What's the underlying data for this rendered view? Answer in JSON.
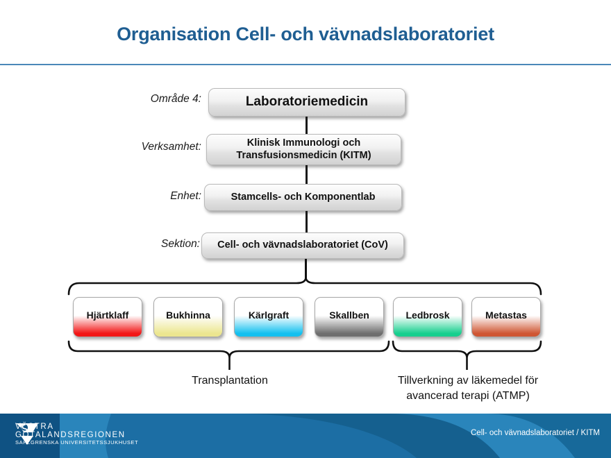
{
  "header": {
    "title": "Organisation Cell- och vävnadslaboratoriet",
    "rule_color": "#4a87b8",
    "title_color": "#1f5e92"
  },
  "hierarchy": {
    "rows": [
      {
        "label": "Område 4:",
        "box": "Laboratoriemedicin"
      },
      {
        "label": "Verksamhet:",
        "box": "Klinisk Immunologi och\nTransfusionsmedicin (KITM)"
      },
      {
        "label": "Enhet:",
        "box": "Stamcells- och Komponentlab"
      },
      {
        "label": "Sektion:",
        "box": "Cell- och vävnadslaboratoriet (CoV)"
      }
    ]
  },
  "products": [
    {
      "label": "Hjärtklaff",
      "color": "#f21616",
      "group": "transplantation"
    },
    {
      "label": "Bukhinna",
      "color": "#ece68f",
      "group": "transplantation"
    },
    {
      "label": "Kärlgraft",
      "color": "#14c0ef",
      "group": "transplantation"
    },
    {
      "label": "Skallben",
      "color": "#6e6e6e",
      "group": "transplantation"
    },
    {
      "label": "Ledbrosk",
      "color": "#17cf8e",
      "group": "atmp"
    },
    {
      "label": "Metastas",
      "color": "#cf5633",
      "group": "atmp"
    }
  ],
  "captions": {
    "transplantation": "Transplantation",
    "atmp_line1": "Tillverkning av läkemedel för",
    "atmp_line2": "avancerad terapi (ATMP)"
  },
  "footer": {
    "logo_line1": "VÄSTRA",
    "logo_line2": "GÖTALANDSREGIONEN",
    "logo_line3": "SAHLGRENSKA UNIVERSITETSSJUKHUSET",
    "right_text": "Cell- och vävnadslaboratoriet / KITM",
    "bg_dark": "#0f5283",
    "bg_mid": "#1c6ea4",
    "bg_light": "#2a85bb"
  }
}
